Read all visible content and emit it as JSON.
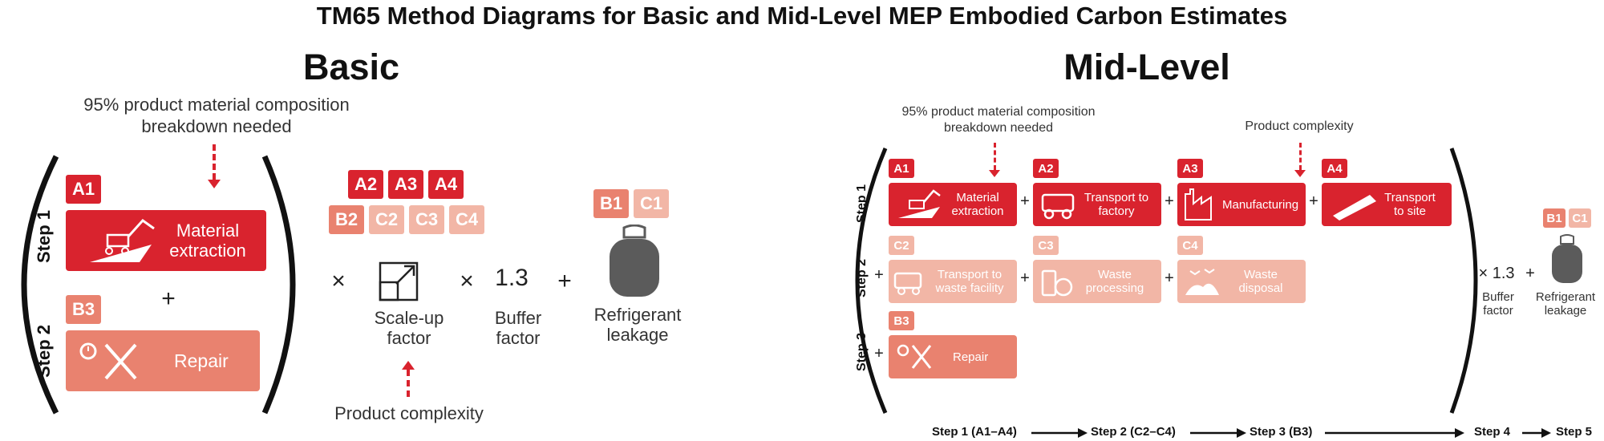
{
  "title": "TM65 Method Diagrams for Basic and Mid-Level MEP Embodied Carbon Estimates",
  "basic": {
    "heading": "Basic",
    "note": "95% product material composition breakdown needed",
    "step1_label": "Step 1",
    "step2_label": "Step 2",
    "step1_code": "A1",
    "step1_box": "Material extraction",
    "step2_code": "B3",
    "step2_box": "Repair",
    "plus": "+",
    "codes_row1": [
      "A2",
      "A3",
      "A4"
    ],
    "codes_row2": [
      "B2",
      "C2",
      "C3",
      "C4"
    ],
    "times": "×",
    "scale_up": "Scale-up factor",
    "buffer_value": "1.3",
    "buffer_label": "Buffer factor",
    "refrigerant_codes": [
      "B1",
      "C1"
    ],
    "refrigerant_label": "Refrigerant leakage",
    "product_complexity": "Product complexity"
  },
  "mid": {
    "heading": "Mid-Level",
    "note_material": "95% product material composition breakdown needed",
    "note_complexity": "Product complexity",
    "step_labels": [
      "Step 1",
      "Step 2",
      "Step 3"
    ],
    "row1": [
      {
        "code": "A1",
        "label": "Material extraction"
      },
      {
        "code": "A2",
        "label": "Transport to factory"
      },
      {
        "code": "A3",
        "label": "Manufacturing"
      },
      {
        "code": "A4",
        "label": "Transport to site"
      }
    ],
    "row2": [
      {
        "code": "C2",
        "label": "Transport to waste facility"
      },
      {
        "code": "C3",
        "label": "Waste processing"
      },
      {
        "code": "C4",
        "label": "Waste disposal"
      }
    ],
    "row3": [
      {
        "code": "B3",
        "label": "Repair"
      }
    ],
    "plus": "+",
    "times_buffer": "× 1.3",
    "buffer_label": "Buffer factor",
    "refrigerant_codes": [
      "B1",
      "C1"
    ],
    "refrigerant_label": "Refrigerant leakage",
    "flow": [
      "Step 1 (A1–A4)",
      "Step 2 (C2–C4)",
      "Step 3 (B3)",
      "Step 4",
      "Step 5"
    ]
  },
  "colors": {
    "red": "#d9232e",
    "mid": "#e9826f",
    "light": "#f2b6a6",
    "cylinder": "#5b5b5b"
  }
}
